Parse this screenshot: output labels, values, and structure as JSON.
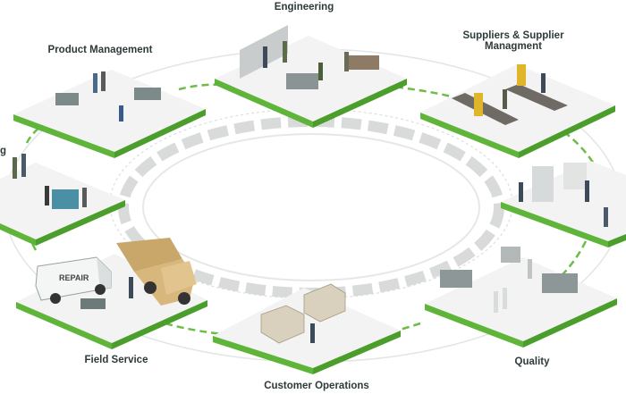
{
  "diagram": {
    "stations": [
      {
        "id": "engineering",
        "label": "Engineering"
      },
      {
        "id": "product-management",
        "label": "Product Management"
      },
      {
        "id": "suppliers",
        "label_line1": "Suppliers & Supplier",
        "label_line2": "Managment"
      },
      {
        "id": "manufacturing",
        "label": "g"
      },
      {
        "id": "field-service",
        "label": "Field Service"
      },
      {
        "id": "customer-operations",
        "label": "Customer Operations"
      },
      {
        "id": "quality",
        "label": "Quality"
      }
    ],
    "truck_sign": "REPAIR",
    "colors": {
      "platform_green": "#5fb43a",
      "platform_top": "#f2f3f2",
      "ring_gray": "#d6d8d8",
      "dash_green": "#6cbc46",
      "label_text": "#2e3a3a"
    }
  }
}
